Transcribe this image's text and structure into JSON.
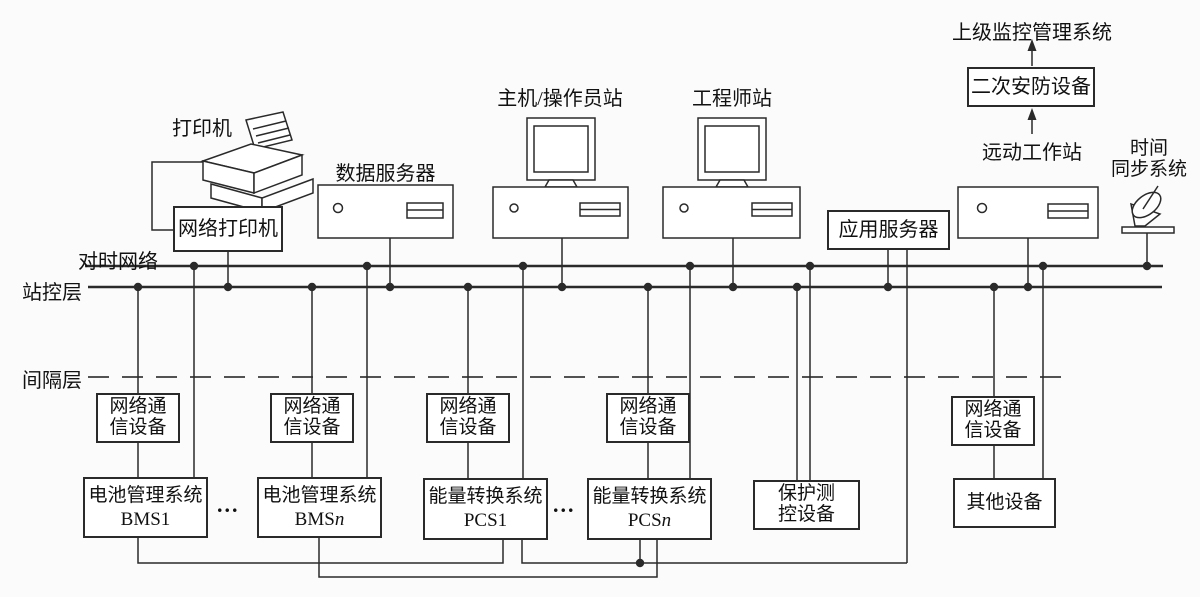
{
  "colors": {
    "line": "#2a2a2a",
    "text": "#111111",
    "background": "#fbfbfb",
    "box_fill": "#ffffff"
  },
  "layer_labels": {
    "time_network": "对时网络",
    "station_control": "站控层",
    "bay": "间隔层"
  },
  "external": {
    "parent_system": "上级监控管理系统"
  },
  "top_chain": {
    "security_box": "二次安防设备",
    "remote_workstation": "远动工作站"
  },
  "time_sync": {
    "line1": "时间",
    "line2": "同步系统"
  },
  "station_level": {
    "printer": "打印机",
    "network_printer": "网络打印机",
    "data_server": "数据服务器",
    "operator_station": "主机/操作员站",
    "engineer_station": "工程师站",
    "app_server": "应用服务器"
  },
  "comm_device": {
    "line1": "网络通",
    "line2": "信设备"
  },
  "bay_devices": {
    "bms1": {
      "name": "电池管理系统",
      "code": "BMS1",
      "code_tail": ""
    },
    "bmsn": {
      "name": "电池管理系统",
      "code": "BMS",
      "code_tail": "n"
    },
    "pcs1": {
      "name": "能量转换系统",
      "code": "PCS1",
      "code_tail": ""
    },
    "pcsn": {
      "name": "能量转换系统",
      "code": "PCS",
      "code_tail": "n"
    },
    "protection": {
      "line1": "保护测",
      "line2": "控设备"
    },
    "other": "其他设备"
  },
  "ellipsis": "..."
}
